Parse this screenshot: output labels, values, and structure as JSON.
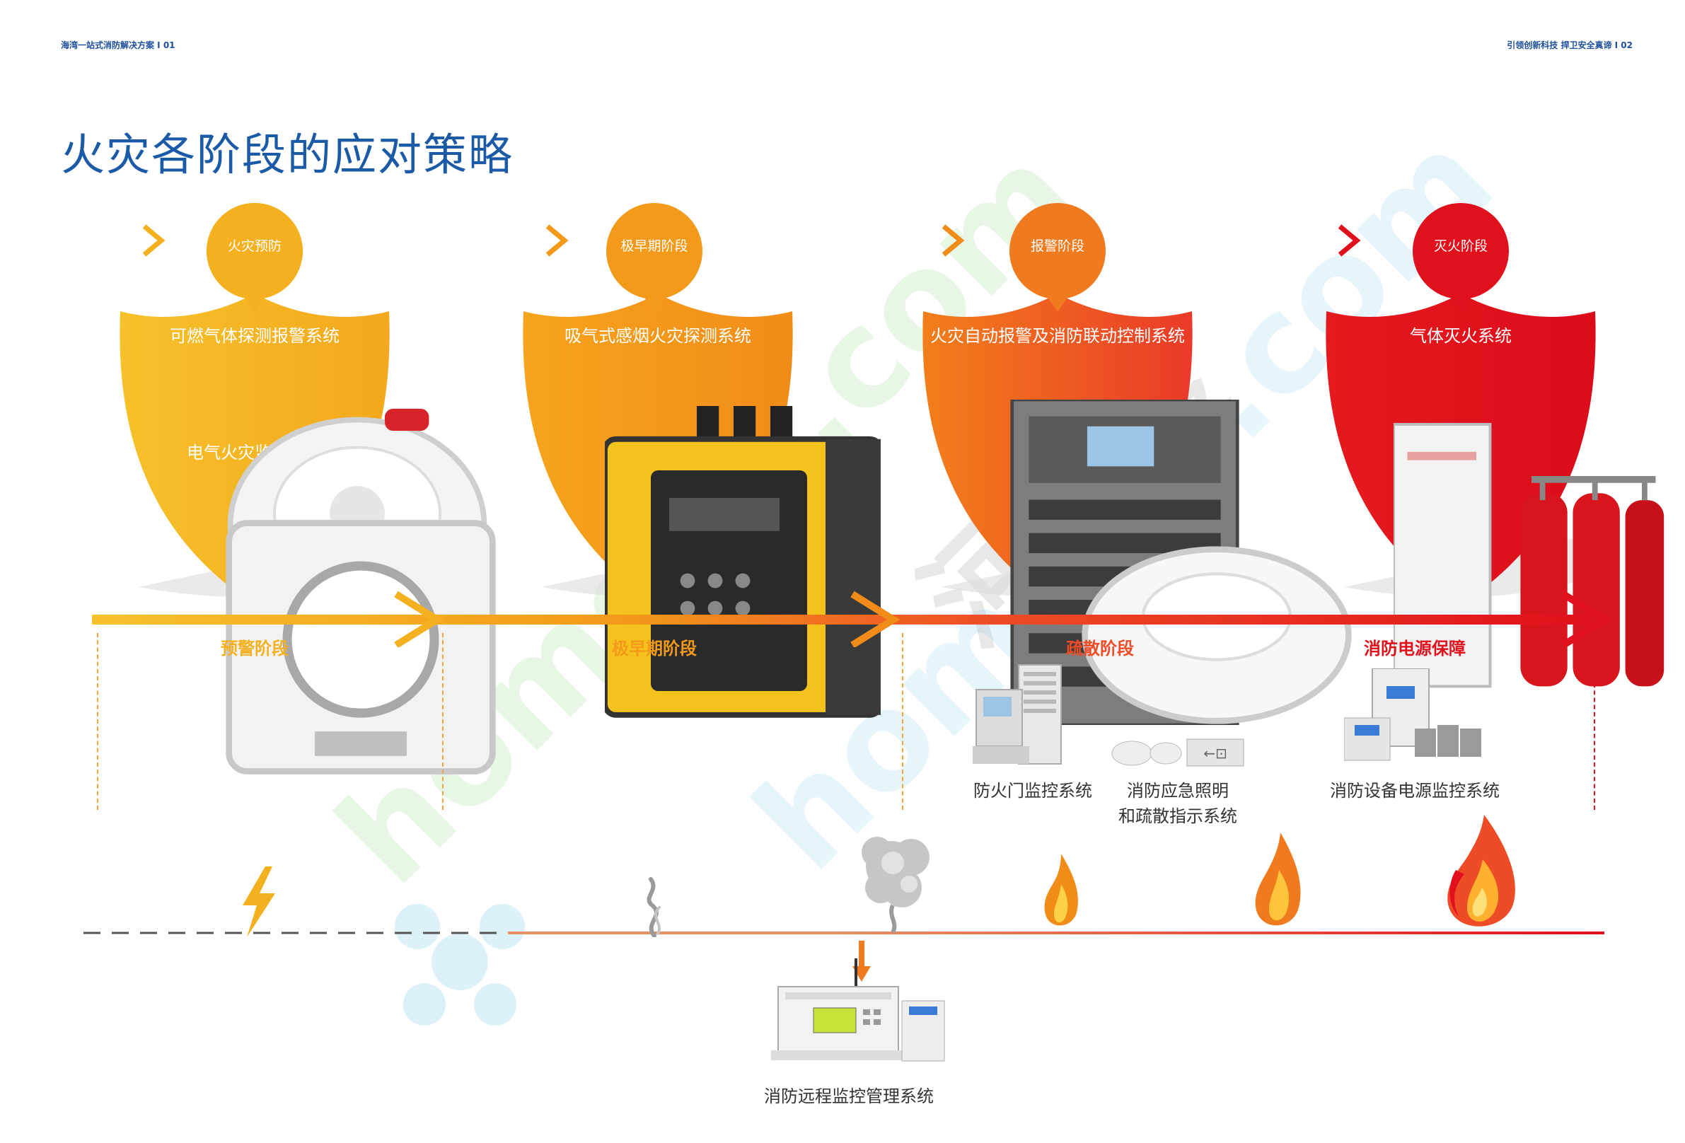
{
  "header": {
    "left": "海湾一站式消防解决方案 I 01",
    "right": "引领创新科技  捍卫安全真谛 I 02"
  },
  "title": "火灾各阶段的应对策略",
  "watermark": "homedo.com 河姆渡",
  "colors": {
    "blue": "#1a5aa6",
    "yellow": "#f5b01f",
    "orange": "#f28c18",
    "red_orange": "#ee4c26",
    "red": "#e0101c"
  },
  "stages": [
    {
      "bubble": "火灾预防",
      "systems": [
        "可燃气体探测报警系统",
        "电气火灾监控系统"
      ]
    },
    {
      "bubble": "极早期阶段",
      "systems": [
        "吸气式感烟火灾探测系统"
      ]
    },
    {
      "bubble": "报警阶段",
      "systems": [
        "火灾自动报警及消防联动控制系统"
      ]
    },
    {
      "bubble": "灭火阶段",
      "systems": [
        "气体灭火系统"
      ]
    }
  ],
  "phases": [
    "预警阶段",
    "极早期阶段",
    "疏散阶段",
    "消防电源保障"
  ],
  "subsystems": {
    "fire_door": "防火门监控系统",
    "emergency_line1": "消防应急照明",
    "emergency_line2": "和疏散指示系统",
    "power": "消防设备电源监控系统"
  },
  "remote": "消防远程监控管理系统",
  "icons": [
    "lightning-icon",
    "smoke-icon",
    "flame-icon"
  ]
}
